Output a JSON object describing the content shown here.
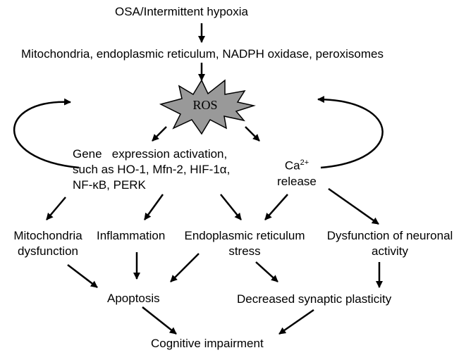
{
  "nodes": {
    "osa": "OSA/Intermittent hypoxia",
    "sources": "Mitochondria, endoplasmic reticulum, NADPH oxidase, peroxisomes",
    "ros": "ROS",
    "gene_line1": "Gene   expression activation,",
    "gene_line2": "such as HO-1, Mfn-2, HIF-1α,",
    "gene_line3": "NF-κB, PERK",
    "ca_base": "Ca",
    "ca_sup": "2+",
    "ca_release": "release",
    "mito_line1": "Mitochondria",
    "mito_line2": "dysfunction",
    "inflammation": "Inflammation",
    "er_line1": "Endoplasmic reticulum",
    "er_line2": "stress",
    "neuro_line1": "Dysfunction of neuronal",
    "neuro_line2": "activity",
    "apoptosis": "Apoptosis",
    "synaptic": "Decreased synaptic plasticity",
    "cognitive": "Cognitive impairment"
  },
  "colors": {
    "ros_fill": "#999999",
    "stroke": "#000000"
  }
}
